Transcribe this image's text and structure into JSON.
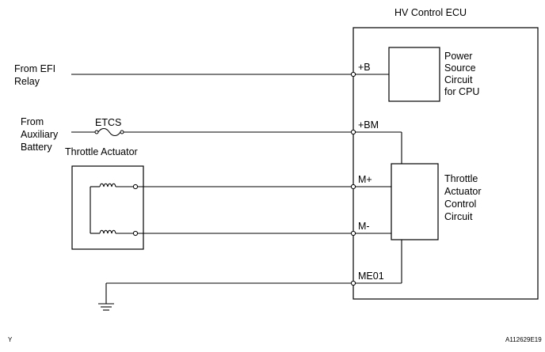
{
  "ecu_title": "HV Control ECU",
  "sources": {
    "efi_relay": [
      "From EFI",
      "Relay"
    ],
    "aux_battery": [
      "From",
      "Auxiliary",
      "Battery"
    ]
  },
  "fuse_label": "ETCS",
  "actuator_label": "Throttle Actuator",
  "terminals": {
    "b": "+B",
    "bm": "+BM",
    "m_plus": "M+",
    "m_minus": "M-",
    "me01": "ME01"
  },
  "power_circuit": [
    "Power",
    "Source",
    "Circuit",
    "for CPU"
  ],
  "control_circuit": [
    "Throttle",
    "Actuator",
    "Control",
    "Circuit"
  ],
  "footer": {
    "left_mark": "Y",
    "figure_code": "A112629E19"
  }
}
